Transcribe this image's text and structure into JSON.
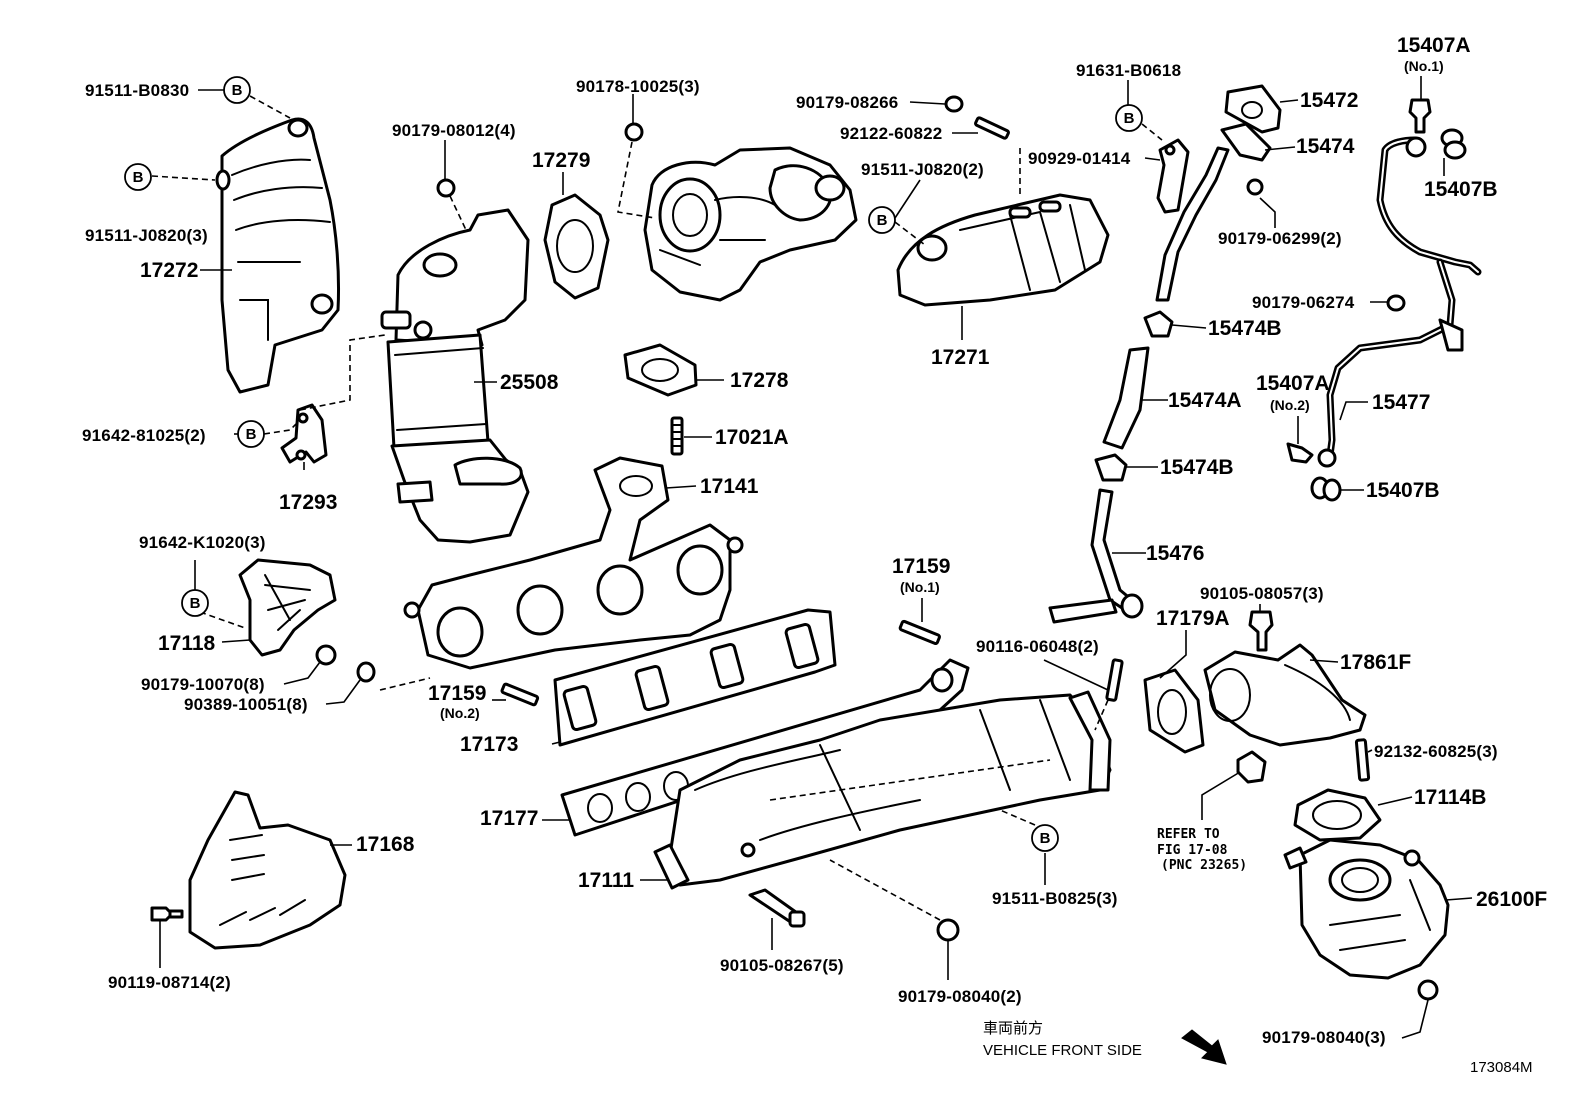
{
  "parts": {
    "p91511_B0830": "91511-B0830",
    "p91511_J0820_3": "91511-J0820(3)",
    "p17272": "17272",
    "p91642_81025_2": "91642-81025(2)",
    "p17293": "17293",
    "p90179_08012_4": "90179-08012(4)",
    "p25508": "25508",
    "p90178_10025_3": "90178-10025(3)",
    "p17279": "17279",
    "p17278": "17278",
    "p17021A": "17021A",
    "p17141": "17141",
    "p90179_08266": "90179-08266",
    "p92122_60822": "92122-60822",
    "p91511_J0820_2": "91511-J0820(2)",
    "p17271": "17271",
    "p91631_B0618": "91631-B0618",
    "p90929_01414": "90929-01414",
    "p15472": "15472",
    "p15474": "15474",
    "p90179_06299_2": "90179-06299(2)",
    "p15474B_a": "15474B",
    "p15474A": "15474A",
    "p15474B_b": "15474B",
    "p15476": "15476",
    "p15407A_1": "15407A",
    "p15407A_1_sub": "(No.1)",
    "p15407B_a": "15407B",
    "p90179_06274": "90179-06274",
    "p15407A_2": "15407A",
    "p15407A_2_sub": "(No.2)",
    "p15477": "15477",
    "p15407B_b": "15407B",
    "p91642_K1020_3": "91642-K1020(3)",
    "p17118": "17118",
    "p90179_10070_8": "90179-10070(8)",
    "p90389_10051_8": "90389-10051(8)",
    "p17159_1": "17159",
    "p17159_1_sub": "(No.1)",
    "p17159_2": "17159",
    "p17159_2_sub": "(No.2)",
    "p17173": "17173",
    "p90116_06048_2": "90116-06048(2)",
    "p17179A": "17179A",
    "p90105_08057_3": "90105-08057(3)",
    "p17861F": "17861F",
    "p92132_60825_3": "92132-60825(3)",
    "p17114B": "17114B",
    "p17177": "17177",
    "p17111": "17111",
    "p17168": "17168",
    "p90119_08714_2": "90119-08714(2)",
    "p90105_08267_5": "90105-08267(5)",
    "p90179_08040_2": "90179-08040(2)",
    "p91511_B0825_3": "91511-B0825(3)",
    "p26100F": "26100F",
    "p90179_08040_3": "90179-08040(3)"
  },
  "ref_note": {
    "line1": "REFER TO",
    "line2": "FIG 17-08",
    "line3": "(PNC 23265)"
  },
  "bolt_marker": "B",
  "direction": {
    "japanese": "車両前方",
    "english": "VEHICLE FRONT SIDE"
  },
  "figure_code": "173084M"
}
